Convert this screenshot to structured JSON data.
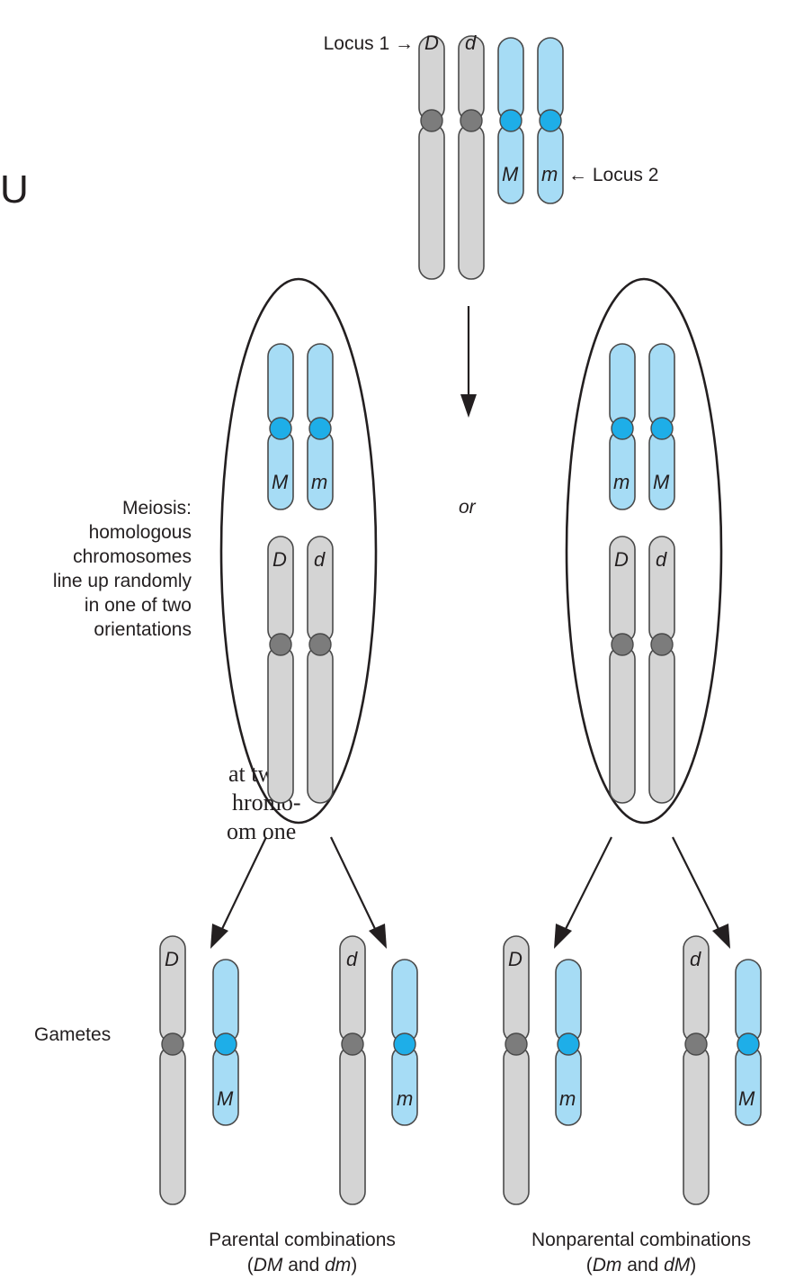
{
  "partial_left": {
    "heading_fragment": "U",
    "body_lines": [
      "at two",
      "hromo-",
      "om one"
    ]
  },
  "top": {
    "locus1_label": "Locus 1 →",
    "locus2_label": "← Locus 2",
    "alleles_gray": [
      "D",
      "d"
    ],
    "alleles_blue": [
      "M",
      "m"
    ]
  },
  "center_word": "or",
  "meiosis_label": [
    "Meiosis:",
    "homologous",
    "chromosomes",
    "line up randomly",
    "in one of two",
    "orientations"
  ],
  "left_orientation": {
    "blue_alleles": [
      "M",
      "m"
    ],
    "gray_alleles": [
      "D",
      "d"
    ]
  },
  "right_orientation": {
    "blue_alleles": [
      "m",
      "M"
    ],
    "gray_alleles": [
      "D",
      "d"
    ]
  },
  "gametes_label": "Gametes",
  "gametes": [
    {
      "gray": "D",
      "blue": "M"
    },
    {
      "gray": "d",
      "blue": "m"
    },
    {
      "gray": "D",
      "blue": "m"
    },
    {
      "gray": "d",
      "blue": "M"
    }
  ],
  "captions": {
    "parental_title": "Parental combinations",
    "parental_detail": [
      "(",
      "DM",
      " and ",
      "dm",
      ")"
    ],
    "nonparental_title": "Nonparental combinations",
    "nonparental_detail": [
      "(",
      "Dm",
      " and ",
      "dM",
      ")"
    ]
  },
  "colors": {
    "gray_chromosome": "#d4d4d4",
    "blue_chromosome": "#a6dcf5",
    "gray_centromere": "#7c7c7c",
    "blue_centromere": "#1eaee8"
  }
}
